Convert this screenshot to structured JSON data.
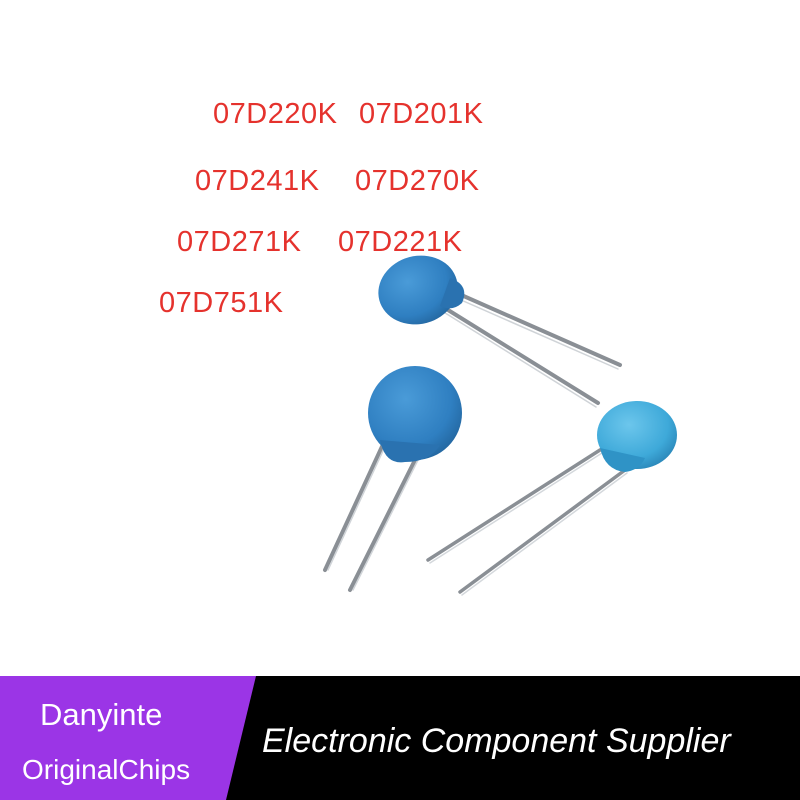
{
  "part_numbers": [
    "07D220K",
    "07D201K",
    "07D241K",
    "07D270K",
    "07D271K",
    "07D221K",
    "07D751K"
  ],
  "brand": {
    "name": "Danyinte",
    "subtitle": "OriginalChips",
    "tagline": "Electronic Component Supplier"
  },
  "colors": {
    "part_label": "#e5322d",
    "varistor_body": "#2f7fc1",
    "varistor_body_light": "#3ea9d9",
    "banner_purple": "#9b35e6",
    "banner_black": "#000000",
    "banner_text": "#ffffff"
  }
}
